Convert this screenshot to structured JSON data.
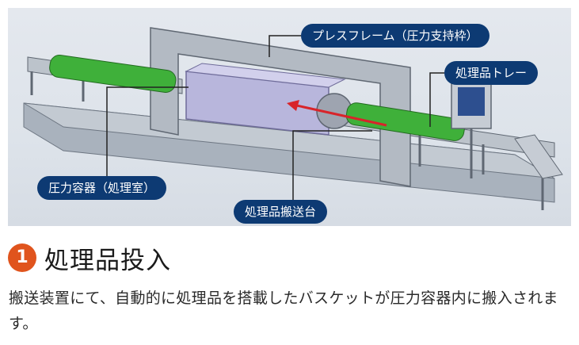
{
  "figure": {
    "labels": {
      "press_frame": "プレスフレーム（圧力支持枠）",
      "tray": "処理品トレー",
      "vessel": "圧力容器（処理室）",
      "carrier": "処理品搬送台"
    },
    "colors": {
      "callout": "#0d3a73",
      "product": "#3fb03a",
      "arrow": "#d8242a",
      "vessel": "#b8b6dc"
    }
  },
  "step": {
    "number": "1",
    "title": "処理品投入",
    "description": "搬送装置にて、自動的に処理品を搭載したバスケットが圧力容器内に搬入されます。",
    "color": "#e0541d"
  }
}
